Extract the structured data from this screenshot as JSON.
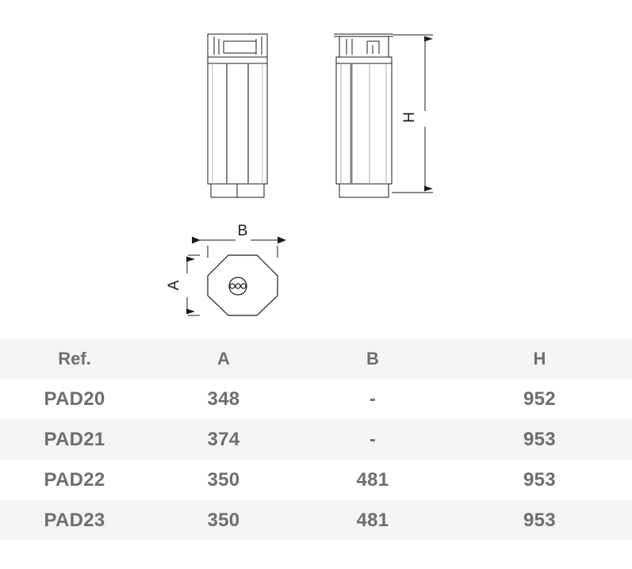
{
  "drawing": {
    "labels": {
      "height_dim": "H",
      "width_dim": "B",
      "depth_dim": "A"
    },
    "views": [
      {
        "name": "front-elevation-view"
      },
      {
        "name": "side-elevation-view"
      },
      {
        "name": "top-plan-view"
      }
    ],
    "line_color": "#1b1b1b",
    "shade_color": "#808285"
  },
  "table": {
    "headers": [
      "Ref.",
      "A",
      "B",
      "H"
    ],
    "rows": [
      {
        "ref": "PAD20",
        "a": "348",
        "b": "-",
        "h": "952"
      },
      {
        "ref": "PAD21",
        "a": "374",
        "b": "-",
        "h": "953"
      },
      {
        "ref": "PAD22",
        "a": "350",
        "b": "481",
        "h": "953"
      },
      {
        "ref": "PAD23",
        "a": "350",
        "b": "481",
        "h": "953"
      }
    ],
    "header_bg": "#f4f4f4",
    "stripe_bg": "#f4f4f4",
    "text_color": "#6d6e71"
  }
}
